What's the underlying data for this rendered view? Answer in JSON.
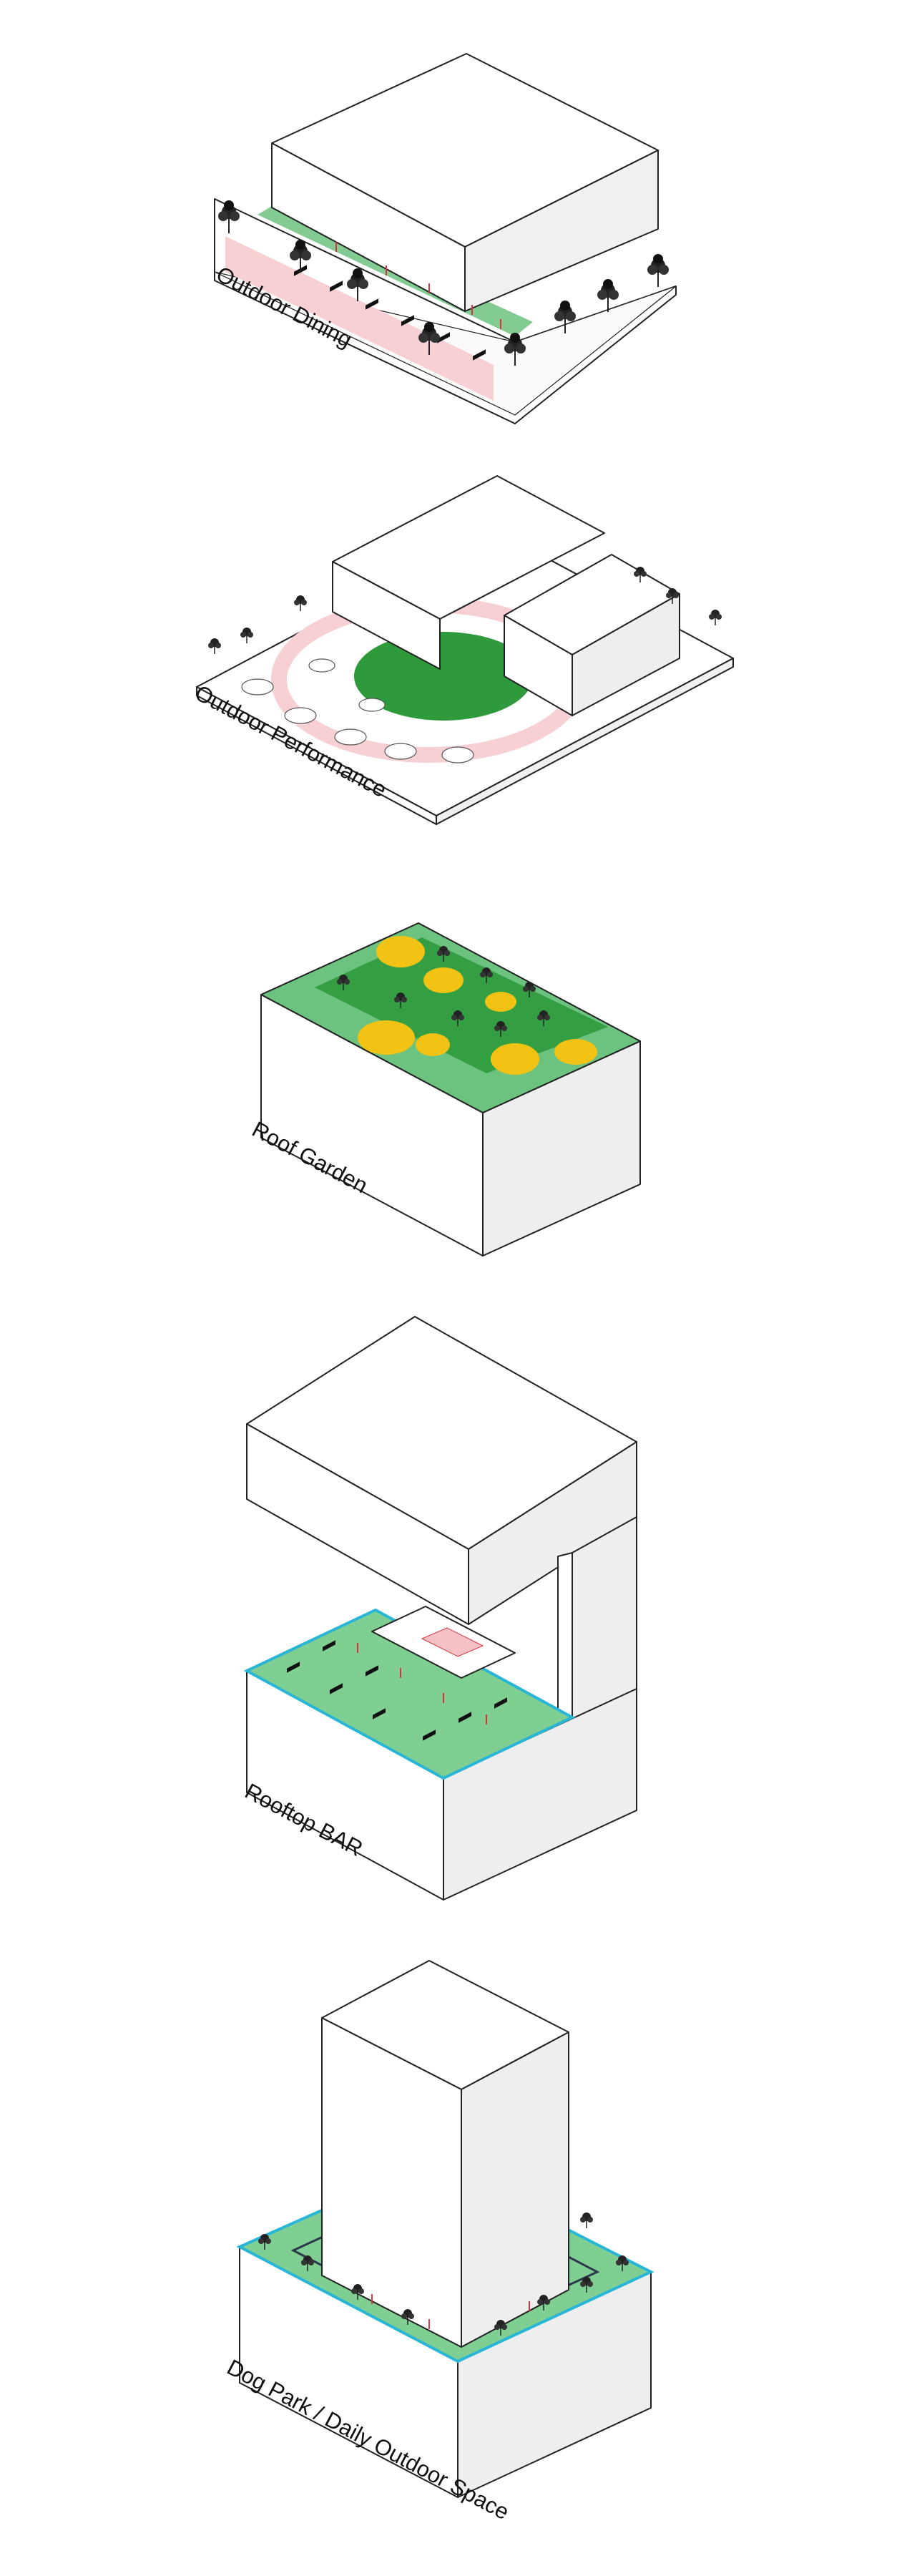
{
  "diagrams": [
    {
      "id": "outdoor-dining",
      "label": "Outdoor Dining"
    },
    {
      "id": "outdoor-performance",
      "label": "Outdoor Performance"
    },
    {
      "id": "roof-garden",
      "label": "Roof Garden"
    },
    {
      "id": "rooftop-bar",
      "label": "Rooftop BAR"
    },
    {
      "id": "dog-park",
      "label": "Dog Park / Daily Outdoor Space"
    }
  ],
  "colors": {
    "green": "#6cc27f",
    "dark_green": "#2e9a3c",
    "pink": "#f6d0d3",
    "yellow": "#f2c215",
    "cyan": "#29b6d6",
    "tree": "#222222",
    "red_accent": "#d9333f"
  }
}
